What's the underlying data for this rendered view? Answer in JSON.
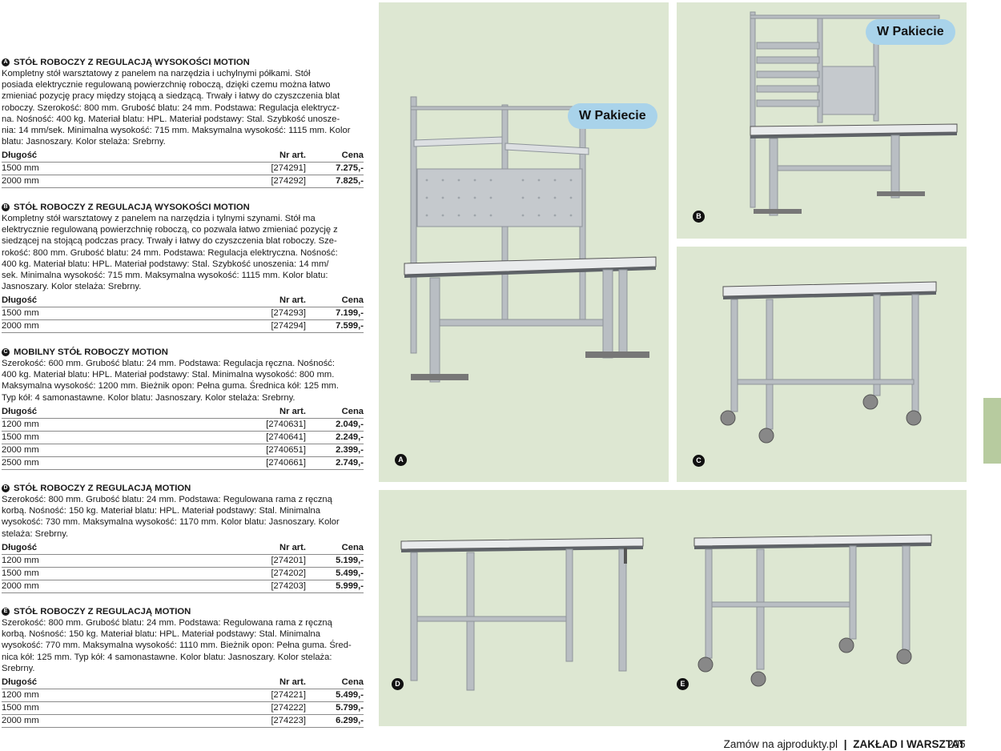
{
  "sections": [
    {
      "letter": "A",
      "title": "STÓŁ ROBOCZY Z REGULACJĄ WYSOKOŚCI MOTION",
      "desc": [
        "Kompletny stół warsztatowy z panelem na narzędzia i uchylnymi półkami. Stół",
        "posiada elektrycznie regulowaną powierzchnię roboczą, dzięki czemu można łatwo",
        "zmieniać pozycję pracy między stojącą a siedzącą. Trwały i łatwy do czyszczenia blat",
        "roboczy. Szerokość: 800 mm. Grubość blatu: 24 mm. Podstawa: Regulacja elektrycz-",
        "na. Nośność: 400 kg. Materiał blatu: HPL. Materiał podstawy: Stal. Szybkość unosze-",
        "nia: 14 mm/sek. Minimalna wysokość: 715 mm. Maksymalna wysokość: 1115 mm. Kolor",
        "blatu: Jasnoszary. Kolor stelaża: Srebrny."
      ],
      "headers": [
        "Długość",
        "Nr art.",
        "Cena"
      ],
      "rows": [
        [
          "1500 mm",
          "[274291]",
          "7.275,-"
        ],
        [
          "2000 mm",
          "[274292]",
          "7.825,-"
        ]
      ]
    },
    {
      "letter": "B",
      "title": "STÓŁ ROBOCZY Z REGULACJĄ WYSOKOŚCI MOTION",
      "desc": [
        "Kompletny stół warsztatowy z panelem na narzędzia i tylnymi szynami. Stół ma",
        "elektrycznie regulowaną powierzchnię roboczą, co pozwala łatwo zmieniać pozycję z",
        "siedzącej na stojącą podczas pracy. Trwały i łatwy do czyszczenia blat roboczy. Sze-",
        "rokość: 800 mm. Grubość blatu: 24 mm. Podstawa: Regulacja elektryczna. Nośność:",
        "400 kg. Materiał blatu: HPL. Materiał podstawy: Stal. Szybkość unoszenia: 14 mm/",
        "sek. Minimalna wysokość: 715 mm. Maksymalna wysokość: 1115 mm. Kolor blatu:",
        "Jasnoszary. Kolor stelaża: Srebrny."
      ],
      "headers": [
        "Długość",
        "Nr art.",
        "Cena"
      ],
      "rows": [
        [
          "1500 mm",
          "[274293]",
          "7.199,-"
        ],
        [
          "2000 mm",
          "[274294]",
          "7.599,-"
        ]
      ]
    },
    {
      "letter": "C",
      "title": "MOBILNY STÓŁ ROBOCZY MOTION",
      "desc": [
        "Szerokość: 600 mm. Grubość blatu: 24 mm. Podstawa: Regulacja ręczna. Nośność:",
        "400 kg. Materiał blatu: HPL. Materiał podstawy: Stal. Minimalna wysokość: 800 mm.",
        "Maksymalna wysokość: 1200 mm. Bieżnik opon: Pełna guma. Średnica kół: 125 mm.",
        "Typ kół: 4 samonastawne. Kolor blatu: Jasnoszary. Kolor stelaża: Srebrny."
      ],
      "headers": [
        "Długość",
        "Nr art.",
        "Cena"
      ],
      "rows": [
        [
          "1200 mm",
          "[2740631]",
          "2.049,-"
        ],
        [
          "1500 mm",
          "[2740641]",
          "2.249,-"
        ],
        [
          "2000 mm",
          "[2740651]",
          "2.399,-"
        ],
        [
          "2500 mm",
          "[2740661]",
          "2.749,-"
        ]
      ]
    },
    {
      "letter": "D",
      "title": "STÓŁ ROBOCZY Z REGULACJĄ MOTION",
      "desc": [
        "Szerokość: 800 mm. Grubość blatu: 24 mm. Podstawa: Regulowana rama z ręczną",
        "korbą. Nośność: 150 kg. Materiał blatu: HPL. Materiał podstawy: Stal. Minimalna",
        "wysokość: 730 mm. Maksymalna wysokość: 1170 mm. Kolor blatu: Jasnoszary. Kolor",
        "stelaża: Srebrny."
      ],
      "headers": [
        "Długość",
        "Nr art.",
        "Cena"
      ],
      "rows": [
        [
          "1200 mm",
          "[274201]",
          "5.199,-"
        ],
        [
          "1500 mm",
          "[274202]",
          "5.499,-"
        ],
        [
          "2000 mm",
          "[274203]",
          "5.999,-"
        ]
      ]
    },
    {
      "letter": "E",
      "title": "STÓŁ ROBOCZY Z REGULACJĄ MOTION",
      "desc": [
        "Szerokość: 800 mm. Grubość blatu: 24 mm. Podstawa: Regulowana rama z ręczną",
        "korbą. Nośność: 150 kg. Materiał blatu: HPL. Materiał podstawy: Stal. Minimalna",
        "wysokość: 770 mm. Maksymalna wysokość: 1110 mm. Bieżnik opon: Pełna guma. Śred-",
        "nica kół: 125 mm. Typ kół: 4 samonastawne. Kolor blatu: Jasnoszary. Kolor stelaża:",
        "Srebrny."
      ],
      "headers": [
        "Długość",
        "Nr art.",
        "Cena"
      ],
      "rows": [
        [
          "1200 mm",
          "[274221]",
          "5.499,-"
        ],
        [
          "1500 mm",
          "[274222]",
          "5.799,-"
        ],
        [
          "2000 mm",
          "[274223]",
          "6.299,-"
        ]
      ]
    }
  ],
  "images": {
    "badges": [
      "A",
      "B",
      "C",
      "D",
      "E"
    ],
    "pill_label": "W Pakiecie"
  },
  "footer": {
    "order_text": "Zamów na ajprodukty.pl",
    "separator": "|",
    "category": "ZAKŁAD I WARSZTAT",
    "page_number": "205"
  },
  "colors": {
    "panel_bg": "#dde7d2",
    "pill_bg": "#a9d3ea",
    "tab_green": "#b7cb9f",
    "frame": "#b9bec3",
    "worktop": "#e9ebec"
  }
}
